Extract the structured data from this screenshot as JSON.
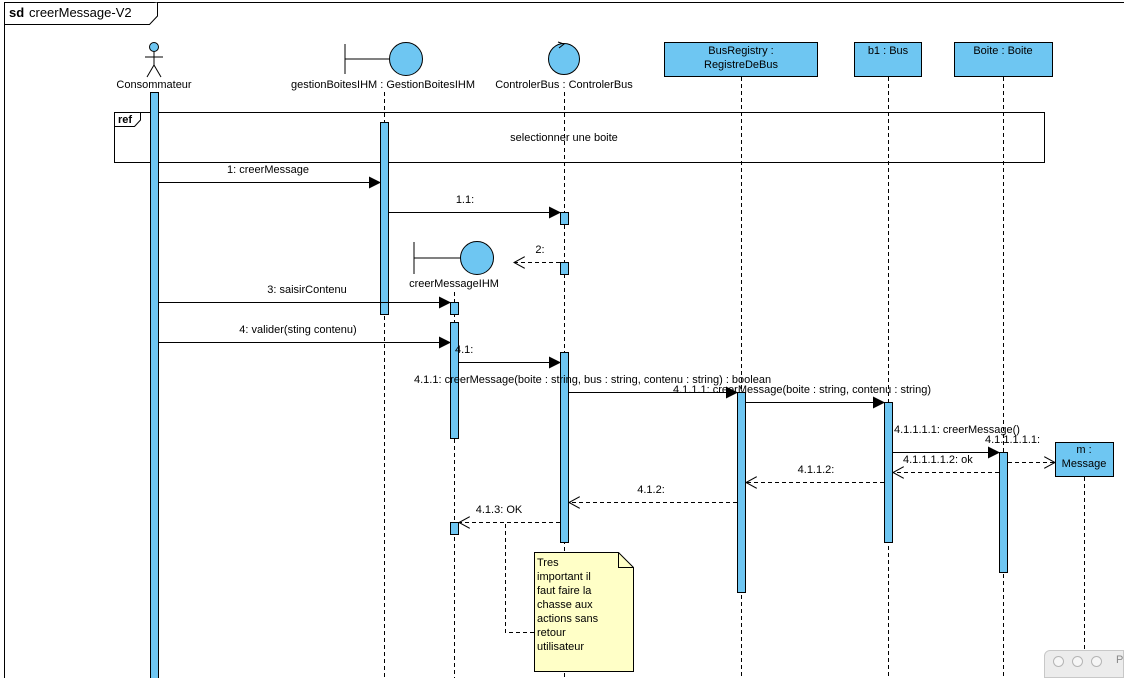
{
  "diagram": {
    "frame_tag": "sd",
    "frame_name": "creerMessage-V2",
    "colors": {
      "lifeline_fill": "#6ec6f2",
      "note_fill": "#ffffc7"
    },
    "lifelines": {
      "consommateur": "Consommateur",
      "gestion_ihm": "gestionBoitesIHM : GestionBoitesIHM",
      "controler_bus": "ControlerBus : ControlerBus",
      "bus_registry_line1": "BusRegistry :",
      "bus_registry_line2": "RegistreDeBus",
      "b1_bus": "b1 : Bus",
      "boite": "Boite : Boite",
      "creer_ihm": "creerMessageIHM",
      "message_line1": "m :",
      "message_line2": "Message"
    },
    "ref": {
      "tag": "ref",
      "label": "selectionner une boite"
    },
    "messages": {
      "m1": "1: creerMessage",
      "m1_1": "1.1:",
      "m2": "2:",
      "m3": "3: saisirContenu",
      "m4": "4: valider(sting contenu)",
      "m4_1": "4.1:",
      "m4_1_1": "4.1.1: creerMessage(boite : string, bus : string, contenu : string) : boolean",
      "m4_1_1_1": "4.1.1.1: creerMessage(boite : string, contenu : string)",
      "m4_1_1_1_1": "4.1.1.1.1: creerMessage()",
      "m4_1_1_1_1_1": "4.1.1.1.1.1:",
      "m4_1_1_1_1_2": "4.1.1.1.1.2: ok",
      "m4_1_1_2": "4.1.1.2:",
      "m4_1_2": "4.1.2:",
      "m4_1_3": "4.1.3: OK"
    },
    "note": [
      "Tres",
      "important il",
      "faut faire la",
      "chasse aux",
      "actions sans",
      "retour",
      "utilisateur"
    ]
  },
  "window_corner": {
    "label": "Pl"
  }
}
